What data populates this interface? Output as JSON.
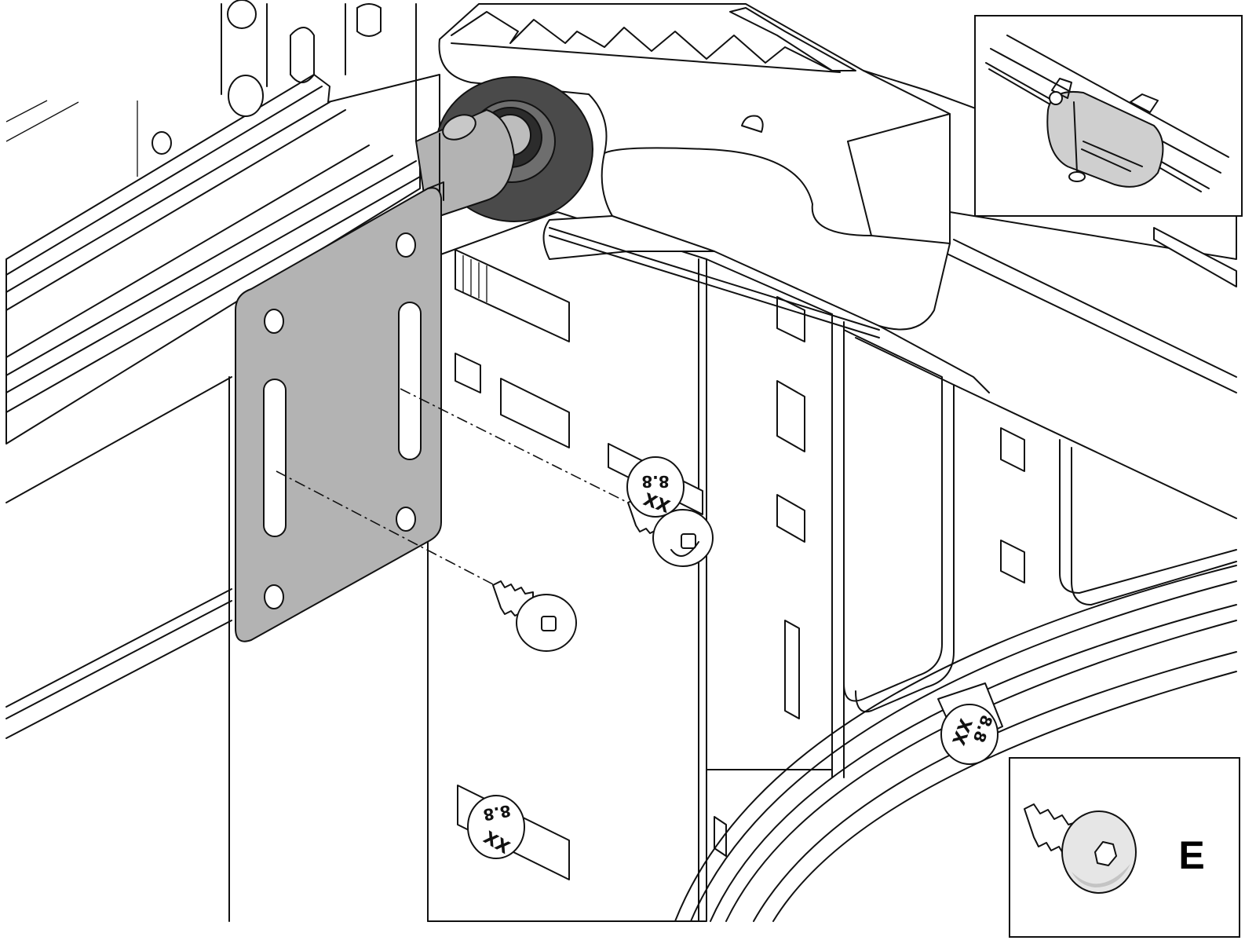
{
  "diagram": {
    "screw_head_markings": [
      {
        "top": "8.8",
        "bottom": "XX"
      },
      {
        "top": "8.8",
        "bottom": "XX"
      },
      {
        "top": "8.8",
        "bottom": "XX"
      }
    ],
    "detail_callout": {
      "letter": "E",
      "part_icon": "self-drilling-screw-icon"
    },
    "overview_inset_icon": "rail-carriage-detail-icon",
    "colors": {
      "line": "#111111",
      "plate_fill": "#b3b3b3",
      "roller_fill": "#4a4a4a",
      "background": "#ffffff"
    }
  }
}
